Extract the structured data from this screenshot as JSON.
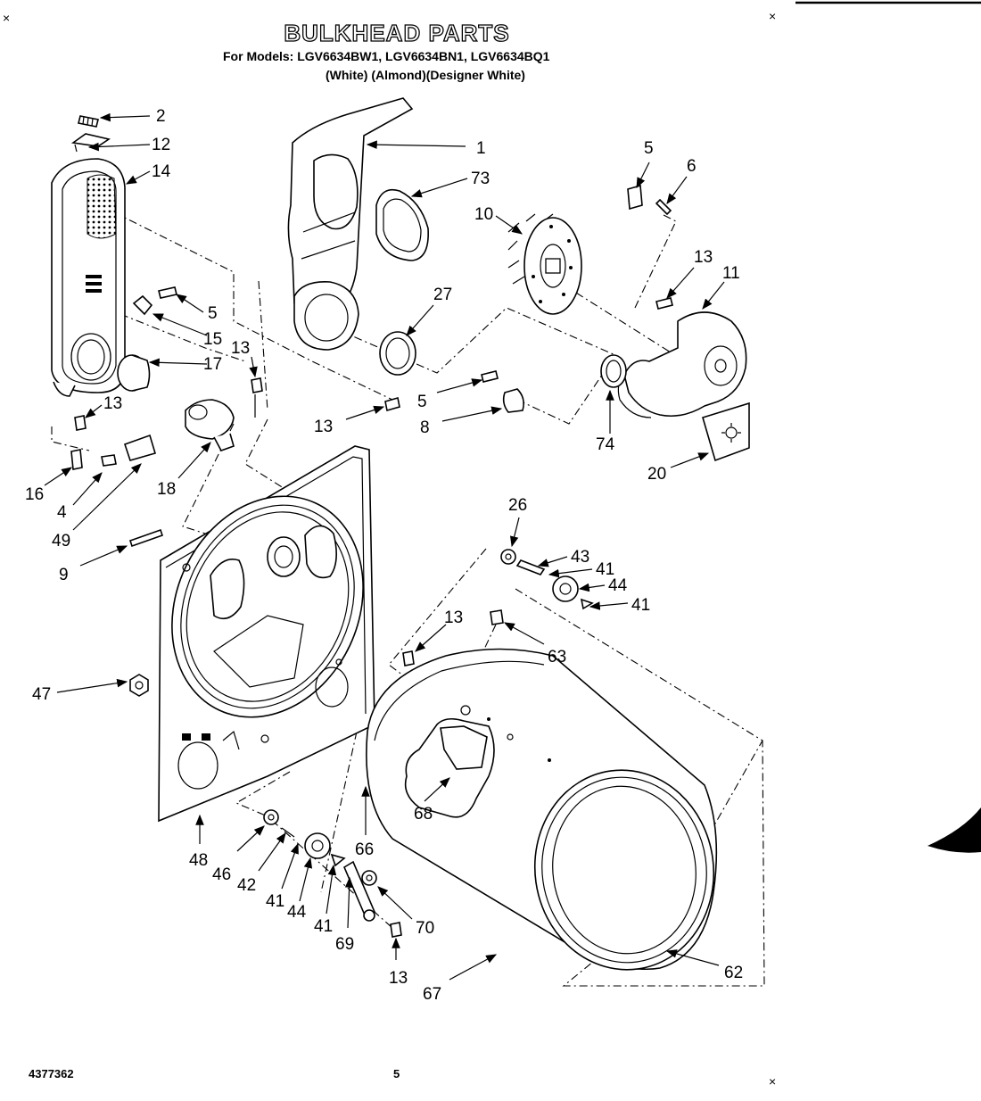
{
  "header": {
    "title": "BULKHEAD PARTS",
    "models_line": "For Models: LGV6634BW1, LGV6634BN1, LGV6634BQ1",
    "colors_line": "(White)     (Almond)(Designer White)"
  },
  "footer": {
    "doc_number": "4377362",
    "page_number": "5"
  },
  "part_labels": {
    "p1": "1",
    "p2": "2",
    "p4": "4",
    "p5a": "5",
    "p5b": "5",
    "p5c": "5",
    "p6": "6",
    "p8": "8",
    "p9": "9",
    "p10": "10",
    "p11": "11",
    "p12": "12",
    "p13a": "13",
    "p13b": "13",
    "p13c": "13",
    "p13d": "13",
    "p13e": "13",
    "p13f": "13",
    "p14": "14",
    "p15": "15",
    "p16": "16",
    "p17": "17",
    "p18": "18",
    "p20": "20",
    "p26": "26",
    "p27": "27",
    "p41a": "41",
    "p41b": "41",
    "p41c": "41",
    "p41d": "41",
    "p42": "42",
    "p43": "43",
    "p44a": "44",
    "p44b": "44",
    "p46": "46",
    "p47": "47",
    "p48": "48",
    "p49": "49",
    "p62": "62",
    "p63": "63",
    "p66": "66",
    "p67": "67",
    "p68": "68",
    "p69": "69",
    "p70": "70",
    "p73": "73",
    "p74": "74"
  }
}
